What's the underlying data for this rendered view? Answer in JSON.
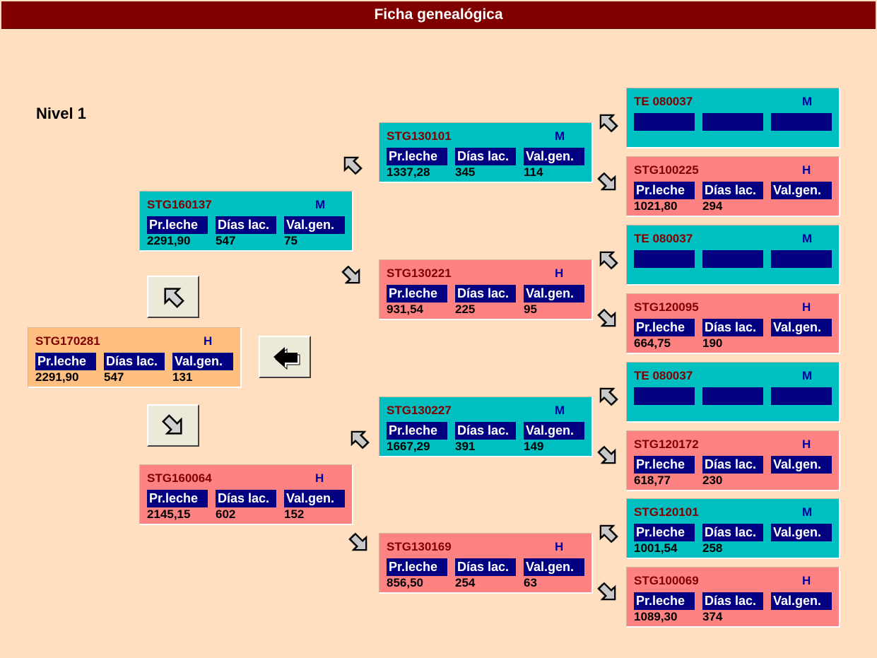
{
  "window": {
    "title": "Ficha genealógica"
  },
  "level_label": "Nivel 1",
  "headers": [
    "Pr.leche",
    "Días lac.",
    "Val.gen."
  ],
  "nodes": {
    "root": {
      "code": "STG170281",
      "sex": "H",
      "values": [
        "2291,90",
        "547",
        "131"
      ]
    },
    "sire": {
      "code": "STG160137",
      "sex": "M",
      "values": [
        "2291,90",
        "547",
        "75"
      ]
    },
    "dam": {
      "code": "STG160064",
      "sex": "H",
      "values": [
        "2145,15",
        "602",
        "152"
      ]
    },
    "ss": {
      "code": "STG130101",
      "sex": "M",
      "values": [
        "1337,28",
        "345",
        "114"
      ]
    },
    "sd": {
      "code": "STG130221",
      "sex": "H",
      "values": [
        "931,54",
        "225",
        "95"
      ]
    },
    "ds": {
      "code": "STG130227",
      "sex": "M",
      "values": [
        "1667,29",
        "391",
        "149"
      ]
    },
    "dd": {
      "code": "STG130169",
      "sex": "H",
      "values": [
        "856,50",
        "254",
        "63"
      ]
    },
    "sss": {
      "code": "TE 080037",
      "sex": "M",
      "values": [
        "",
        "",
        ""
      ]
    },
    "ssd": {
      "code": "STG100225",
      "sex": "H",
      "values": [
        "1021,80",
        "294",
        ""
      ]
    },
    "sds": {
      "code": "TE 080037",
      "sex": "M",
      "values": [
        "",
        "",
        ""
      ]
    },
    "sdd": {
      "code": "STG120095",
      "sex": "H",
      "values": [
        "664,75",
        "190",
        ""
      ]
    },
    "dss": {
      "code": "TE 080037",
      "sex": "M",
      "values": [
        "",
        "",
        ""
      ]
    },
    "dsd": {
      "code": "STG120172",
      "sex": "H",
      "values": [
        "618,77",
        "230",
        ""
      ]
    },
    "dds": {
      "code": "STG120101",
      "sex": "M",
      "values": [
        "1001,54",
        "258",
        ""
      ]
    },
    "ddd": {
      "code": "STG100069",
      "sex": "H",
      "values": [
        "1089,30",
        "374",
        ""
      ]
    }
  },
  "icons": {
    "nav_up": "arrow-up-left-icon",
    "nav_down": "arrow-down-right-icon",
    "back": "arrow-left-icon"
  }
}
